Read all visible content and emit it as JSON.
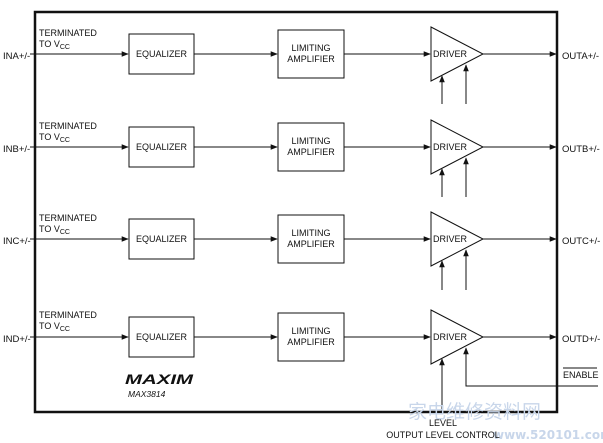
{
  "chip": {
    "logo": "MAXIM",
    "part_number": "MAX3814"
  },
  "channels": [
    {
      "input_label": "INA+/-",
      "output_label": "OUTA+/-",
      "term_line1": "TERMINATED",
      "term_line2_prefix": "TO V",
      "term_line2_sub": "CC"
    },
    {
      "input_label": "INB+/-",
      "output_label": "OUTB+/-",
      "term_line1": "TERMINATED",
      "term_line2_prefix": "TO V",
      "term_line2_sub": "CC"
    },
    {
      "input_label": "INC+/-",
      "output_label": "OUTC+/-",
      "term_line1": "TERMINATED",
      "term_line2_prefix": "TO V",
      "term_line2_sub": "CC"
    },
    {
      "input_label": "IND+/-",
      "output_label": "OUTD+/-",
      "term_line1": "TERMINATED",
      "term_line2_prefix": "TO V",
      "term_line2_sub": "CC"
    }
  ],
  "blocks": {
    "equalizer": "EQUALIZER",
    "limiting_amp_line1": "LIMITING",
    "limiting_amp_line2": "AMPLIFIER",
    "driver": "DRIVER"
  },
  "pins": {
    "enable": "ENABLE",
    "level": "LEVEL",
    "output_level_control": "OUTPUT LEVEL CONTROL"
  },
  "watermark": {
    "chinese": "家电维修资料网",
    "url": "www.520101.com"
  }
}
